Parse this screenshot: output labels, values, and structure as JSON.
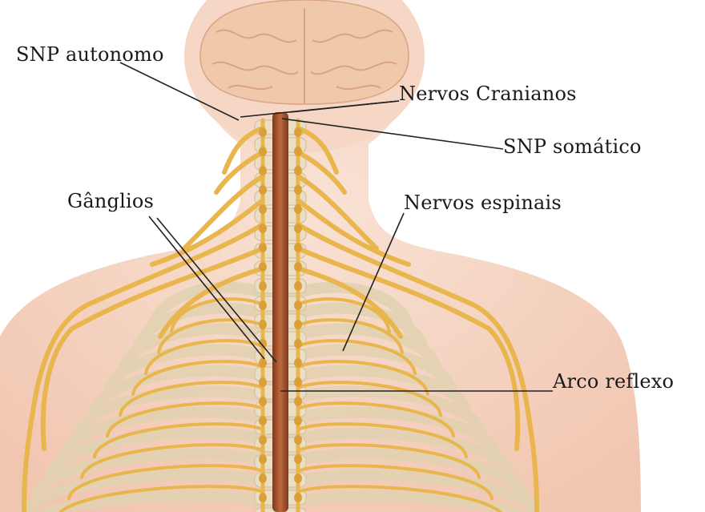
{
  "labels": {
    "snp_autonomo": "SNP autonomo",
    "nervos_cranianos": "Nervos Cranianos",
    "snp_somatico": "SNP somático",
    "ganglios": "Gânglios",
    "nervos_espinais": "Nervos espinais",
    "arco_reflexo": "Arco reflexo"
  },
  "colors": {
    "skin": "#f7d9c8",
    "skin_shadow": "#efc1ab",
    "brain": "#f2cdb4",
    "nerve": "#e8b64c",
    "nerve_dark": "#c98f2a",
    "spinal_cord": "#a0522d",
    "bone": "#eadfc6",
    "leader_line": "#222222"
  }
}
